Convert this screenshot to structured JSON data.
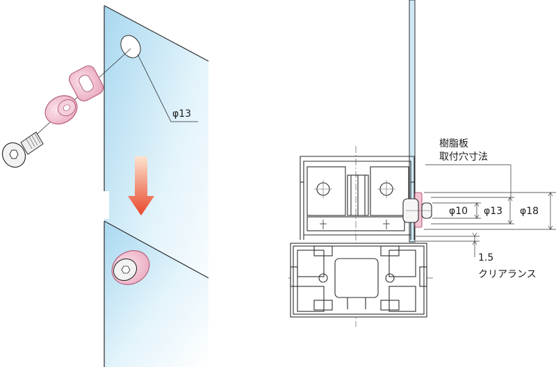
{
  "labels": {
    "hole_diameter": "φ13",
    "material_line1": "樹脂板",
    "material_line2": "取付穴寸法",
    "dim_small": "φ10",
    "dim_mid": "φ13",
    "dim_large": "φ18",
    "clearance_value": "1.5",
    "clearance_text": "クリアランス"
  },
  "colors": {
    "glass": "#cfe9f6",
    "glass_edge": "#8cc6e3",
    "washer": "#f3c4d3",
    "washer_edge": "#b5627e",
    "arrow_top": "#f9c9a0",
    "arrow_bottom": "#e8462a",
    "line": "#2a2a2a"
  }
}
